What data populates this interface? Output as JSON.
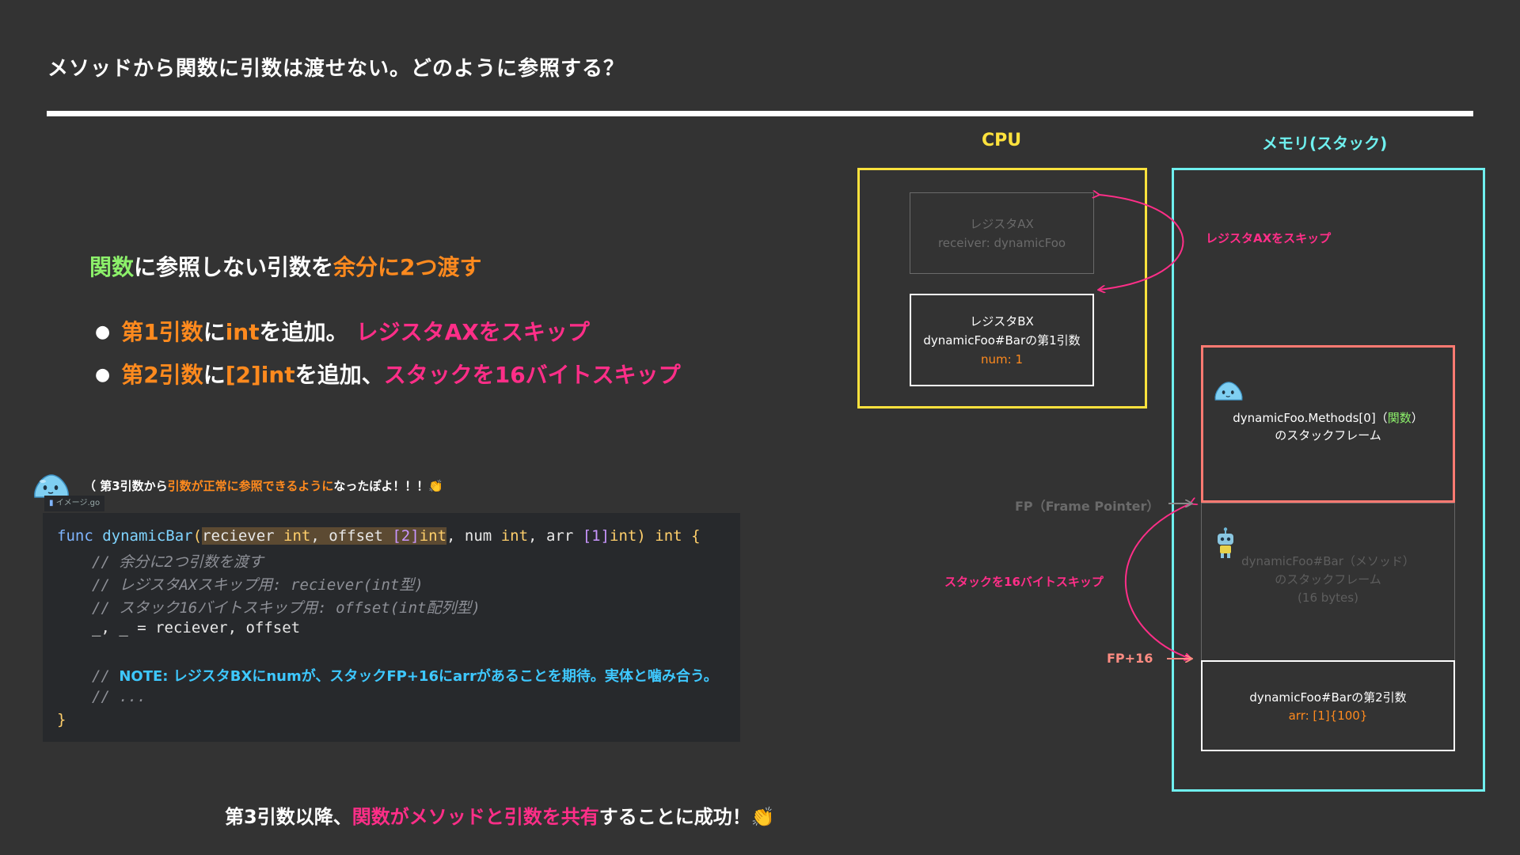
{
  "slide": {
    "title": "メソッドから関数に引数は渡せない。どのように参照する？",
    "subtitle": {
      "p1": "関数",
      "p2": "に参照しない引数を",
      "p3": "余分に2つ渡す"
    },
    "bullet1": {
      "p1": "第1引数",
      "p2": "に",
      "p3": "int",
      "p4": "を追加。",
      "p5": "レジスタAXをスキップ"
    },
    "bullet2": {
      "p1": "第2引数",
      "p2": "に",
      "p3": "[2]int",
      "p4": "を追加、",
      "p5": "スタックを16バイトスキップ"
    },
    "bubble": {
      "p1": "（ 第3引数から",
      "p2": "引数が正常に参照できるように",
      "p3": "なったぽよ！！！👏"
    },
    "bottom": {
      "p1": "第3引数以降、",
      "p2": "関数がメソッドと引数を共有",
      "p3": "することに成功！👏"
    }
  },
  "code": {
    "tab": "イメージ.go",
    "l1": {
      "kw": "func",
      "name": "dynamicBar",
      "open": "(",
      "a1": "reciever",
      "t1": "int",
      "c1": ",",
      "a2": "offset",
      "b2": "[2]",
      "t2": "int",
      "c2": ",",
      "a3": "num",
      "t3": "int",
      "c3": ",",
      "a4": "arr",
      "b4": "[1]",
      "t4": "int",
      "close": ")",
      "ret": "int",
      "brace": "{"
    },
    "l2": "// 余分に2つ引数を渡す",
    "l3": "// レジスタAXスキップ用: reciever(int型)",
    "l4": "// スタック16バイトスキップ用: offset(int配列型)",
    "l5": "_, _ = reciever, offset",
    "l6": {
      "slash": "// ",
      "note": "NOTE: レジスタBXにnumが、スタックFP+16にarrがあることを期待。実体と噛み合う。"
    },
    "l7": "// ...",
    "l8": "}"
  },
  "diagram": {
    "cpu_label": "CPU",
    "mem_label": "メモリ(スタック)",
    "reg_ax": {
      "name": "レジスタAX",
      "value": "receiver: dynamicFoo"
    },
    "reg_bx": {
      "name": "レジスタBX",
      "desc": "dynamicFoo#Barの第1引数",
      "value": "num: 1"
    },
    "frame1": {
      "line1": "dynamicFoo.Methods[0]（",
      "line1_hl": "関数",
      "line1_end": "）",
      "line2": "のスタックフレーム"
    },
    "frame2": {
      "line1": "dynamicFoo#Bar（メソッド）",
      "line2": "のスタックフレーム",
      "line3": "(16 bytes)"
    },
    "frame3": {
      "line1": "dynamicFoo#Barの第2引数",
      "value": "arr: [1]{100}"
    },
    "ann_skip_ax": "レジスタAXをスキップ",
    "ann_skip16": "スタックを16バイトスキップ",
    "ann_fp": "FP（Frame Pointer）",
    "ann_fp16": "FP+16",
    "colors": {
      "cpu": "#ffe23d",
      "memory": "#6ff0ef",
      "accent_pink": "#ff2e88",
      "accent_orange": "#ff8a1e",
      "accent_green": "#8cf06a",
      "frame_highlight": "#ff7a72"
    }
  }
}
